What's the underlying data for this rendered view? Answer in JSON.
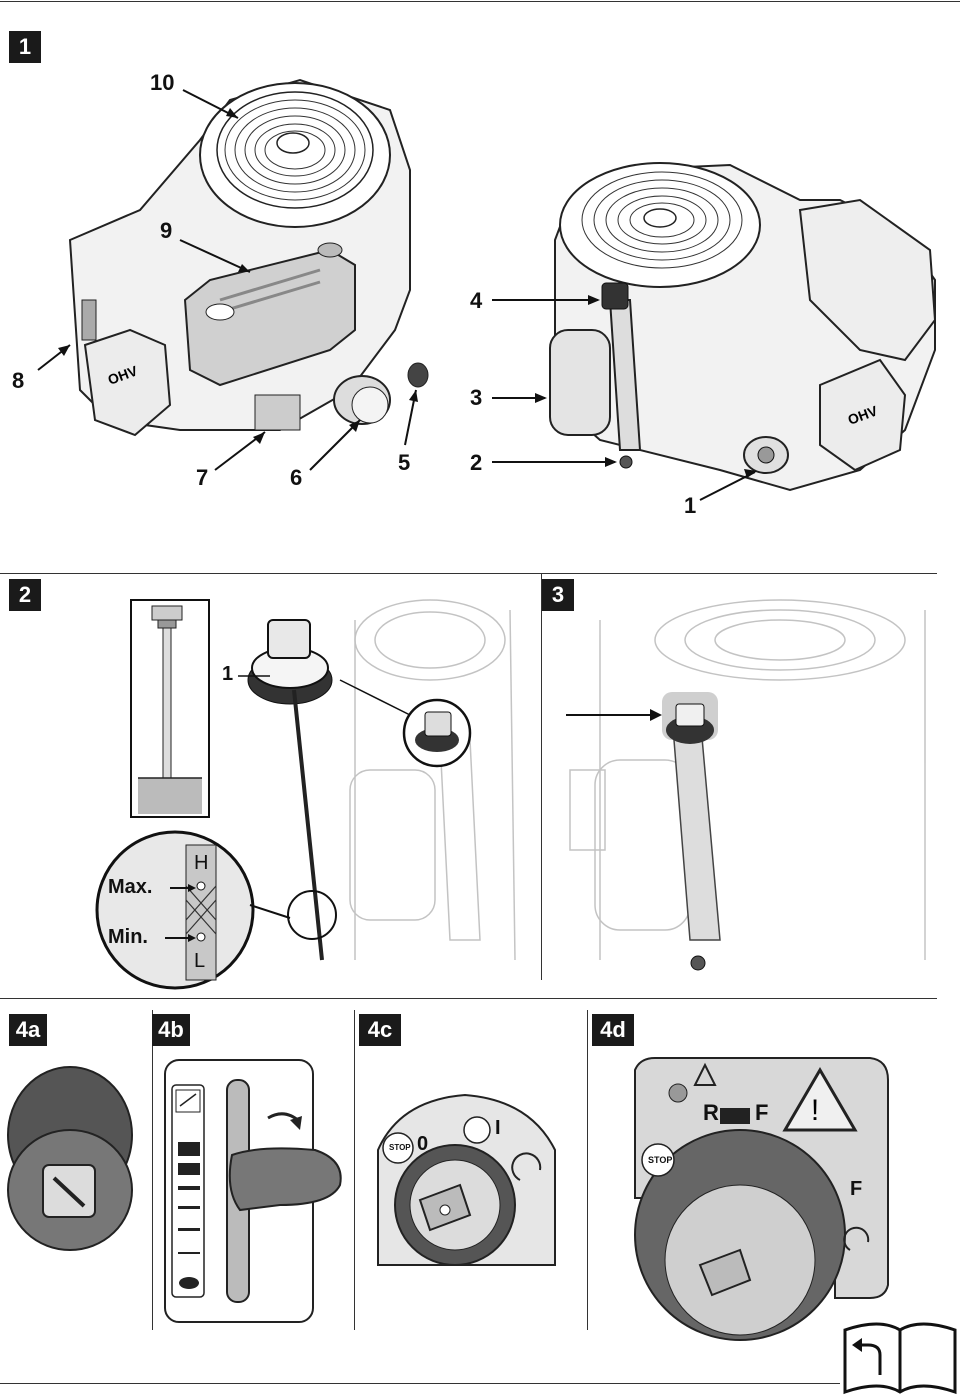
{
  "figures": {
    "fig1": {
      "badge": "1",
      "callouts": [
        "10",
        "9",
        "8",
        "7",
        "6",
        "5",
        "4",
        "3",
        "2",
        "1"
      ]
    },
    "fig2": {
      "badge": "2",
      "callouts": [
        "1"
      ],
      "dipstick_labels": {
        "max": "Max.",
        "min": "Min.",
        "high": "H",
        "low": "L"
      }
    },
    "fig3": {
      "badge": "3"
    },
    "fig4a": {
      "badge": "4a"
    },
    "fig4b": {
      "badge": "4b"
    },
    "fig4c": {
      "badge": "4c",
      "key_labels": {
        "stop": "STOP",
        "zero": "0",
        "one": "I"
      }
    },
    "fig4d": {
      "badge": "4d",
      "key_labels": {
        "stop": "STOP",
        "reverse": "R",
        "forward": "F",
        "forward2": "F"
      }
    }
  },
  "colors": {
    "ink": "#1a1a1a",
    "grey_dark": "#555555",
    "grey_mid": "#8a8a8a",
    "grey_light": "#cfcfcf",
    "panel": "#e6e6e6"
  },
  "icons": [
    "engine-illustration",
    "dipstick-illustration",
    "throttle-lever-illustration",
    "ignition-key-illustration",
    "manual-book-icon"
  ]
}
